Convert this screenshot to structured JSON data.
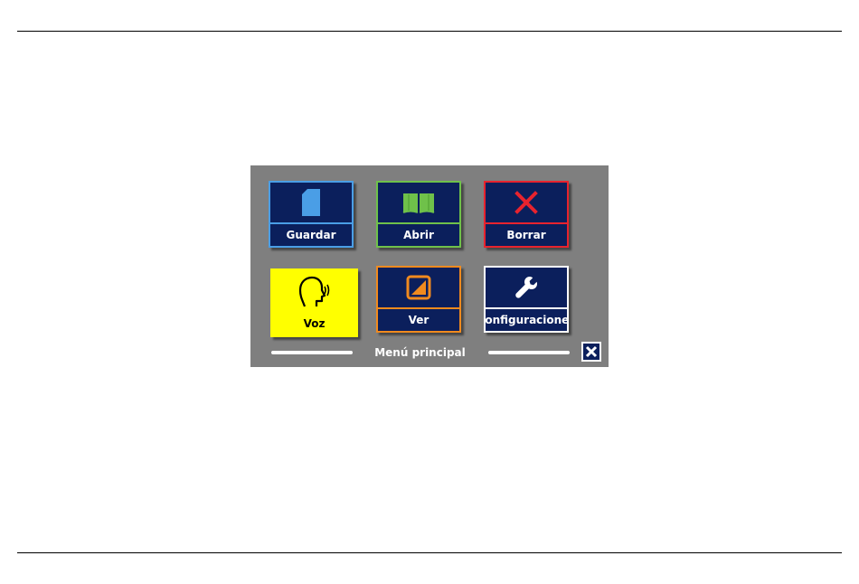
{
  "menu": {
    "title": "Menú principal",
    "tiles": [
      {
        "label": "Guardar",
        "icon": "document-icon",
        "color": "#4a9ee6"
      },
      {
        "label": "Abrir",
        "icon": "open-book-icon",
        "color": "#6fc14a"
      },
      {
        "label": "Borrar",
        "icon": "x-mark-icon",
        "color": "#e8232e"
      },
      {
        "label": "Voz",
        "icon": "speaking-head-icon",
        "color": "#ffff00"
      },
      {
        "label": "Ver",
        "icon": "contrast-icon",
        "color": "#f08a1e"
      },
      {
        "label": "Configuraciones",
        "icon": "wrench-icon",
        "color": "#ffffff"
      }
    ],
    "close_icon": "close-icon"
  }
}
